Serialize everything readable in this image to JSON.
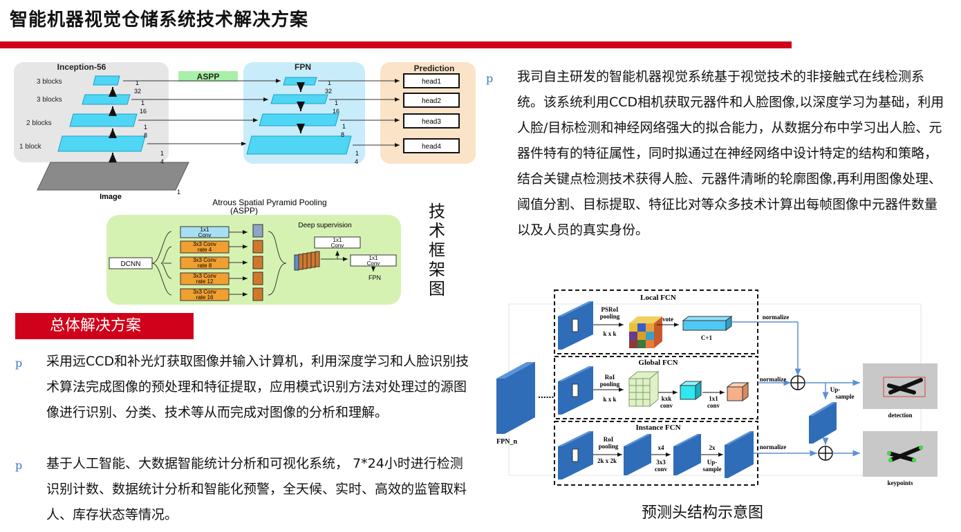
{
  "title": "智能机器视觉仓储系统技术解决方案",
  "tech_framework_label": "技术框架图",
  "section_heading": "总体解决方案",
  "bullet_symbol": "p",
  "left_paragraphs": [
    "采用远CCD和补光灯获取图像并输入计算机，利用深度学习和人脸识别技术算法完成图像的预处理和特征提取，应用模式识别方法对处理过的源图像进行识别、分类、技术等从而完成对图像的分析和理解。",
    "基于人工智能、大数据智能统计分析和可视化系统， 7*24小时进行检测识别计数、数据统计分析和智能化预警，全天候、实时、高效的监管取料人、库存状态等情况。"
  ],
  "right_paragraph": "我司自主研发的智能机器视觉系统基于视觉技术的非接触式在线检测系统。该系统利用CCD相机获取元器件和人脸图像,以深度学习为基础，利用人脸/目标检测和神经网络强大的拟合能力，从数据分布中学习出人脸、元器件特有的特征属性，同时拟通过在神经网络中设计特定的结构和策略，结合关键点检测技术获得人脸、元器件清晰的轮廓图像,再利用图像处理、阈值分割、目标提取、特征比对等众多技术计算出每帧图像中元器件数量以及人员的真实身份。",
  "caption": "预测头结构示意图",
  "framework": {
    "inception_title": "Inception-56",
    "aspp_label": "ASPP",
    "fpn_title": "FPN",
    "prediction_title": "Prediction",
    "blocks": [
      "3 blocks",
      "3 blocks",
      "2 blocks",
      "1 block"
    ],
    "scales_num": [
      "1",
      "1",
      "1",
      "1"
    ],
    "scales_den": [
      "32",
      "16",
      "8",
      "4"
    ],
    "heads": [
      "head1",
      "head2",
      "head3",
      "head4"
    ],
    "image_label": "Image",
    "image_scale": "1",
    "aspp_title_1": "Atrous Spatial Pyramid Pooling",
    "aspp_title_2": "(ASPP)",
    "dcnn": "DCNN",
    "conv_1x1": "1x1",
    "conv_word": "Conv",
    "atrous": [
      "3x3 Conv",
      "3x3 Conv",
      "3x3 Conv",
      "3x3 Conv"
    ],
    "rates": [
      "rate 4",
      "rate 8",
      "rate 12",
      "rate 16"
    ],
    "deep_supervision": "Deep supervision",
    "fpn_out": "FPN"
  },
  "prediction_head": {
    "local_fcn": "Local FCN",
    "global_fcn": "Global FCN",
    "instance_fcn": "Instance FCN",
    "psroi_1": "PSRoI",
    "psroi_2": "pooling",
    "kxk": "k x k",
    "vote": "vote",
    "c_plus_1": "C+1",
    "normalize": "normalize",
    "roi_1": "RoI",
    "roi_2": "pooling",
    "kxk_conv_1": "kxk",
    "kxk_conv_2": "conv",
    "conv1x1_1": "1x1",
    "conv1x1_2": "conv",
    "fpn_n": "FPN_n",
    "up_sample_1": "Up-",
    "up_sample_2": "sample",
    "detection": "detection",
    "keypoints": "keypoints",
    "two_k": "2k x 2k",
    "x4": "x4",
    "conv3x3_1": "3x3",
    "conv3x3_2": "conv",
    "two_x": "2x",
    "inst_up_1": "Up-",
    "inst_up_2": "sample"
  }
}
